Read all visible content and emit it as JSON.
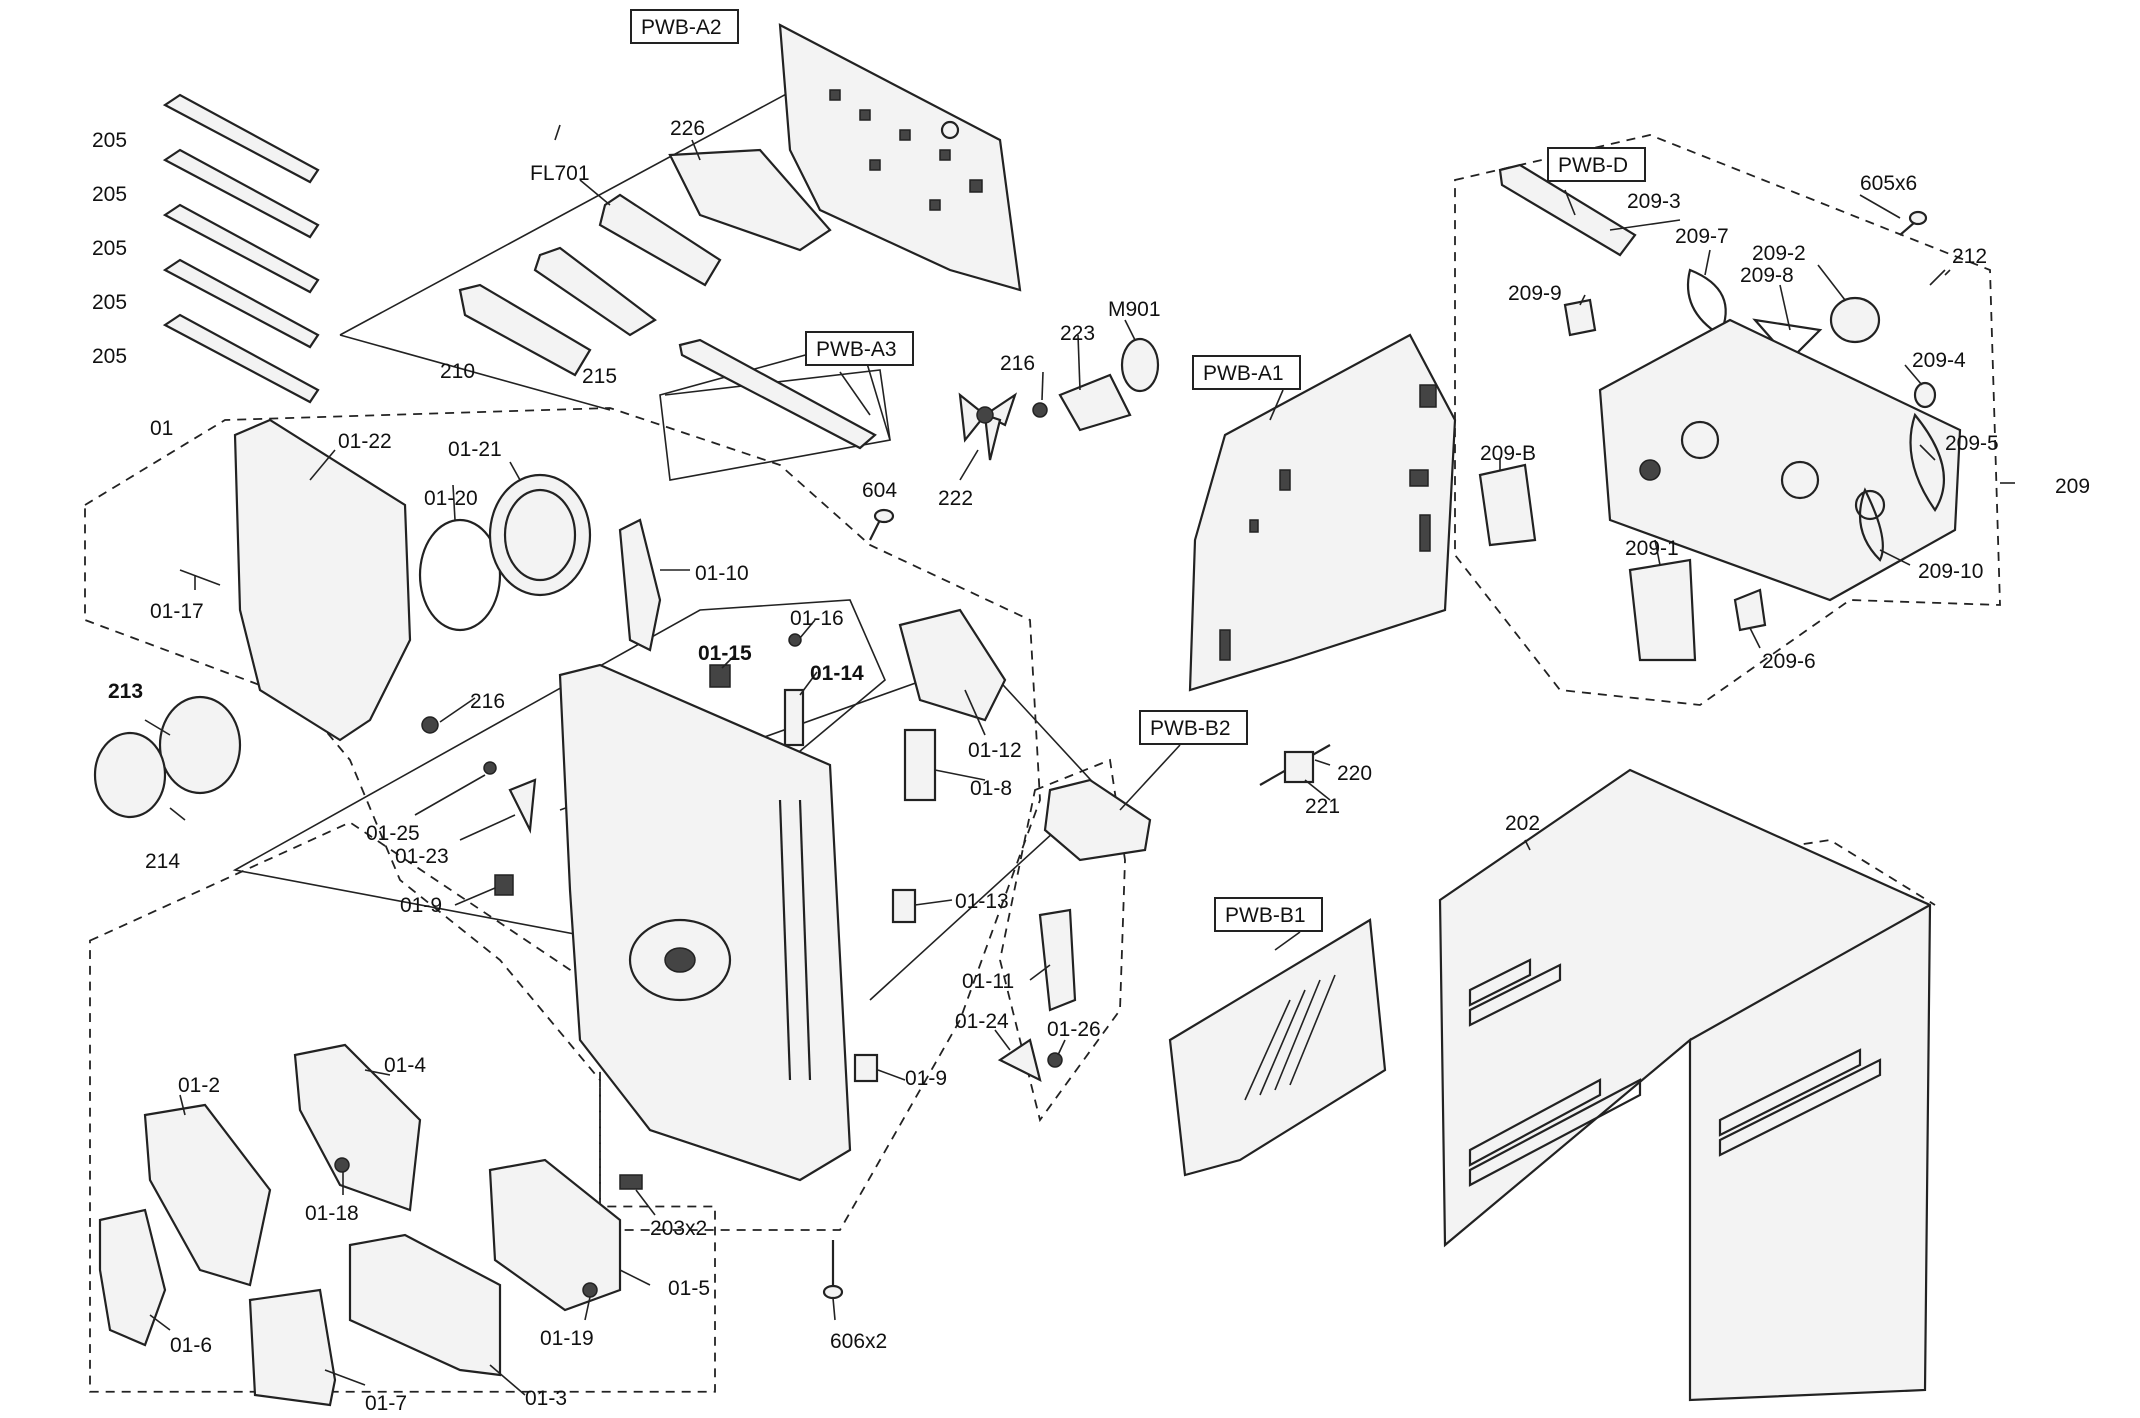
{
  "labels": {
    "l205a": "205",
    "l205b": "205",
    "l205c": "205",
    "l205d": "205",
    "l205e": "205",
    "pwb_a2": "PWB-A2",
    "l226": "226",
    "fl701": "FL701",
    "l210": "210",
    "l215": "215",
    "pwb_a3": "PWB-A3",
    "l216a": "216",
    "l223": "223",
    "m901": "M901",
    "l222": "222",
    "pwb_a1": "PWB-A1",
    "l604": "604",
    "l01": "01",
    "l01_22": "01-22",
    "l01_21": "01-21",
    "l01_20": "01-20",
    "l01_17": "01-17",
    "l01_10": "01-10",
    "l01_16": "01-16",
    "l01_15": "01-15",
    "l01_14": "01-14",
    "l213": "213",
    "l216b": "216",
    "l214": "214",
    "l01_12": "01-12",
    "l01_8": "01-8",
    "l01_25": "01-25",
    "l01_23": "01-23",
    "l01_9a": "01-9",
    "l01_13": "01-13",
    "l01_11": "01-11",
    "l01_24": "01-24",
    "l01_26": "01-26",
    "l01_9b": "01-9",
    "l01_2": "01-2",
    "l01_4": "01-4",
    "l01_18": "01-18",
    "l01_6": "01-6",
    "l01_7": "01-7",
    "l01_3": "01-3",
    "l01_19": "01-19",
    "l01_5": "01-5",
    "l203x2": "203x2",
    "l606x2": "606x2",
    "pwb_b2": "PWB-B2",
    "l220": "220",
    "l221": "221",
    "pwb_b1": "PWB-B1",
    "l202": "202",
    "pwb_d": "PWB-D",
    "l605x6": "605x6",
    "l209_3": "209-3",
    "l209_7": "209-7",
    "l209_2": "209-2",
    "l209_8": "209-8",
    "l212": "212",
    "l209_9": "209-9",
    "l209_4": "209-4",
    "l209_5": "209-5",
    "l209": "209",
    "l209_b": "209-B",
    "l209_1": "209-1",
    "l209_10": "209-10",
    "l209_6": "209-6"
  }
}
